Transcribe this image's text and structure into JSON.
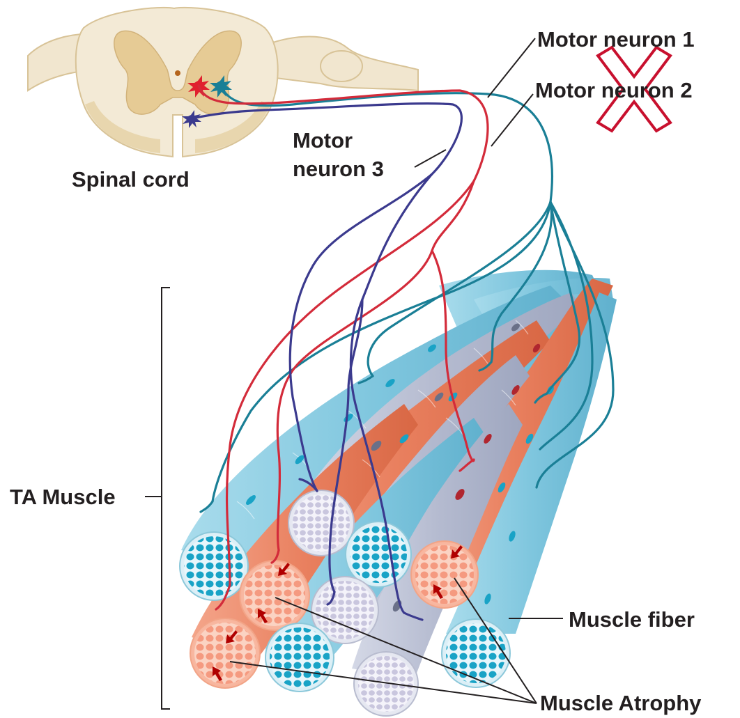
{
  "labels": {
    "spinal_cord": "Spinal cord",
    "motor_neuron_3_line1": "Motor",
    "motor_neuron_3_line2": "neuron 3",
    "motor_neuron_1": "Motor neuron 1",
    "motor_neuron_2": "Motor neuron 2",
    "ta_muscle": "TA Muscle",
    "muscle_fiber": "Muscle fiber",
    "muscle_atrophy": "Muscle Atrophy"
  },
  "colors": {
    "neuron_1": "#1a7f96",
    "neuron_2": "#d32b3a",
    "neuron_3": "#3b3a8e",
    "fiber_blue": "#8dcde0",
    "fiber_red": "#ec8a6c",
    "fiber_grey": "#b9bfd3",
    "spinal_white": "#f1e6cf",
    "spinal_grey": "#e0c795",
    "cross": "#c8102e",
    "arrow": "#b00000"
  },
  "marker": "cross-mark-icon"
}
